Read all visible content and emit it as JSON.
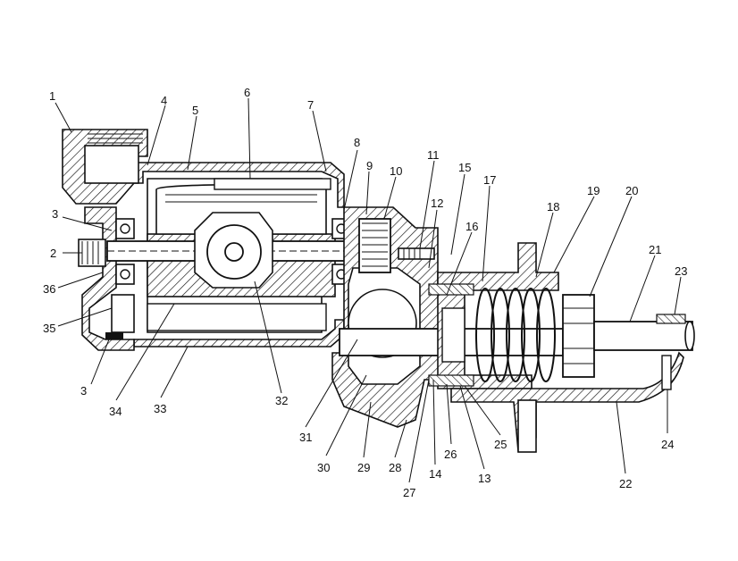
{
  "diagram": {
    "labels": [
      "1",
      "2",
      "3",
      "3",
      "4",
      "5",
      "6",
      "7",
      "8",
      "9",
      "10",
      "11",
      "12",
      "13",
      "14",
      "15",
      "16",
      "17",
      "18",
      "19",
      "20",
      "21",
      "22",
      "23",
      "24",
      "25",
      "26",
      "27",
      "28",
      "29",
      "30",
      "31",
      "32",
      "33",
      "34",
      "35",
      "36"
    ]
  }
}
